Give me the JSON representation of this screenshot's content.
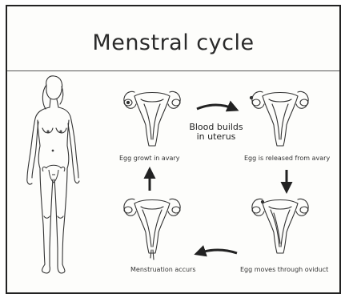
{
  "title": "Menstral cycle",
  "center_label": {
    "line1": "Blood builds",
    "line2": "in uterus"
  },
  "stages": [
    {
      "label": "Egg growt in avary"
    },
    {
      "label": "Egg is released from avary"
    },
    {
      "label": "Egg moves through oviduct"
    },
    {
      "label": "Menstruation accurs"
    }
  ],
  "colors": {
    "line": "#333333",
    "frame": "#222222",
    "background": "#fdfdfb"
  }
}
